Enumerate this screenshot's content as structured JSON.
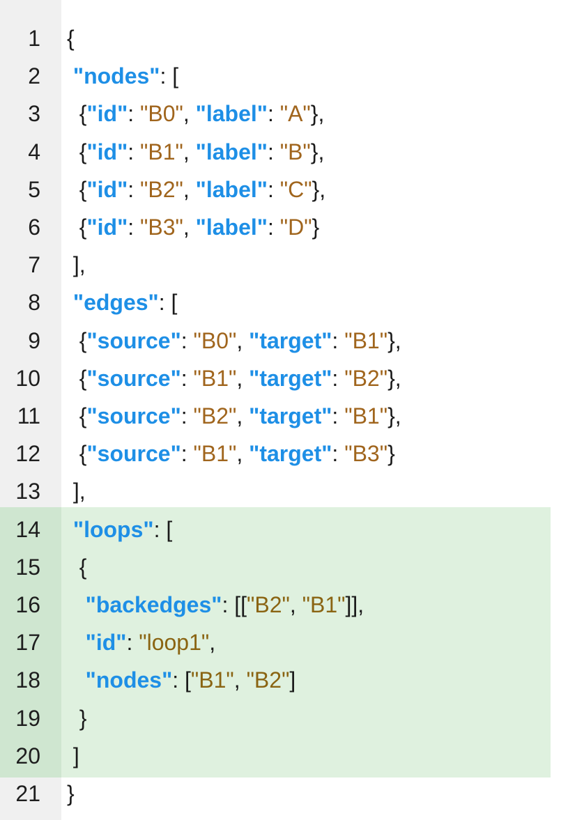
{
  "editor": {
    "highlight_color": "#dff1df",
    "key_color": "#1e8fe6",
    "string_color": "#a0651d",
    "lines": [
      {
        "n": "1",
        "tokens": [
          {
            "t": "p",
            "v": "{"
          }
        ]
      },
      {
        "n": "2",
        "tokens": [
          {
            "t": "p",
            "v": " "
          },
          {
            "t": "k",
            "v": "\"nodes\""
          },
          {
            "t": "p",
            "v": ": ["
          }
        ]
      },
      {
        "n": "3",
        "tokens": [
          {
            "t": "p",
            "v": "  {"
          },
          {
            "t": "k",
            "v": "\"id\""
          },
          {
            "t": "p",
            "v": ": "
          },
          {
            "t": "s",
            "v": "\"B0\""
          },
          {
            "t": "p",
            "v": ", "
          },
          {
            "t": "k",
            "v": "\"label\""
          },
          {
            "t": "p",
            "v": ": "
          },
          {
            "t": "s",
            "v": "\"A\""
          },
          {
            "t": "p",
            "v": "},"
          }
        ]
      },
      {
        "n": "4",
        "tokens": [
          {
            "t": "p",
            "v": "  {"
          },
          {
            "t": "k",
            "v": "\"id\""
          },
          {
            "t": "p",
            "v": ": "
          },
          {
            "t": "s",
            "v": "\"B1\""
          },
          {
            "t": "p",
            "v": ", "
          },
          {
            "t": "k",
            "v": "\"label\""
          },
          {
            "t": "p",
            "v": ": "
          },
          {
            "t": "s",
            "v": "\"B\""
          },
          {
            "t": "p",
            "v": "},"
          }
        ]
      },
      {
        "n": "5",
        "tokens": [
          {
            "t": "p",
            "v": "  {"
          },
          {
            "t": "k",
            "v": "\"id\""
          },
          {
            "t": "p",
            "v": ": "
          },
          {
            "t": "s",
            "v": "\"B2\""
          },
          {
            "t": "p",
            "v": ", "
          },
          {
            "t": "k",
            "v": "\"label\""
          },
          {
            "t": "p",
            "v": ": "
          },
          {
            "t": "s",
            "v": "\"C\""
          },
          {
            "t": "p",
            "v": "},"
          }
        ]
      },
      {
        "n": "6",
        "tokens": [
          {
            "t": "p",
            "v": "  {"
          },
          {
            "t": "k",
            "v": "\"id\""
          },
          {
            "t": "p",
            "v": ": "
          },
          {
            "t": "s",
            "v": "\"B3\""
          },
          {
            "t": "p",
            "v": ", "
          },
          {
            "t": "k",
            "v": "\"label\""
          },
          {
            "t": "p",
            "v": ": "
          },
          {
            "t": "s",
            "v": "\"D\""
          },
          {
            "t": "p",
            "v": "}"
          }
        ]
      },
      {
        "n": "7",
        "tokens": [
          {
            "t": "p",
            "v": " ],"
          }
        ]
      },
      {
        "n": "8",
        "tokens": [
          {
            "t": "p",
            "v": " "
          },
          {
            "t": "k",
            "v": "\"edges\""
          },
          {
            "t": "p",
            "v": ": ["
          }
        ]
      },
      {
        "n": "9",
        "tokens": [
          {
            "t": "p",
            "v": "  {"
          },
          {
            "t": "k",
            "v": "\"source\""
          },
          {
            "t": "p",
            "v": ": "
          },
          {
            "t": "s",
            "v": "\"B0\""
          },
          {
            "t": "p",
            "v": ", "
          },
          {
            "t": "k",
            "v": "\"target\""
          },
          {
            "t": "p",
            "v": ": "
          },
          {
            "t": "s",
            "v": "\"B1\""
          },
          {
            "t": "p",
            "v": "},"
          }
        ]
      },
      {
        "n": "10",
        "tokens": [
          {
            "t": "p",
            "v": "  {"
          },
          {
            "t": "k",
            "v": "\"source\""
          },
          {
            "t": "p",
            "v": ": "
          },
          {
            "t": "s",
            "v": "\"B1\""
          },
          {
            "t": "p",
            "v": ", "
          },
          {
            "t": "k",
            "v": "\"target\""
          },
          {
            "t": "p",
            "v": ": "
          },
          {
            "t": "s",
            "v": "\"B2\""
          },
          {
            "t": "p",
            "v": "},"
          }
        ]
      },
      {
        "n": "11",
        "tokens": [
          {
            "t": "p",
            "v": "  {"
          },
          {
            "t": "k",
            "v": "\"source\""
          },
          {
            "t": "p",
            "v": ": "
          },
          {
            "t": "s",
            "v": "\"B2\""
          },
          {
            "t": "p",
            "v": ", "
          },
          {
            "t": "k",
            "v": "\"target\""
          },
          {
            "t": "p",
            "v": ": "
          },
          {
            "t": "s",
            "v": "\"B1\""
          },
          {
            "t": "p",
            "v": "},"
          }
        ]
      },
      {
        "n": "12",
        "tokens": [
          {
            "t": "p",
            "v": "  {"
          },
          {
            "t": "k",
            "v": "\"source\""
          },
          {
            "t": "p",
            "v": ": "
          },
          {
            "t": "s",
            "v": "\"B1\""
          },
          {
            "t": "p",
            "v": ", "
          },
          {
            "t": "k",
            "v": "\"target\""
          },
          {
            "t": "p",
            "v": ": "
          },
          {
            "t": "s",
            "v": "\"B3\""
          },
          {
            "t": "p",
            "v": "}"
          }
        ]
      },
      {
        "n": "13",
        "tokens": [
          {
            "t": "p",
            "v": " ],"
          }
        ]
      },
      {
        "n": "14",
        "tokens": [
          {
            "t": "p",
            "v": " "
          },
          {
            "t": "k",
            "v": "\"loops\""
          },
          {
            "t": "p",
            "v": ": ["
          }
        ]
      },
      {
        "n": "15",
        "tokens": [
          {
            "t": "p",
            "v": "  {"
          }
        ]
      },
      {
        "n": "16",
        "tokens": [
          {
            "t": "p",
            "v": "   "
          },
          {
            "t": "k",
            "v": "\"backedges\""
          },
          {
            "t": "p",
            "v": ": [["
          },
          {
            "t": "s2",
            "v": "\"B2\""
          },
          {
            "t": "p",
            "v": ", "
          },
          {
            "t": "s2",
            "v": "\"B1\""
          },
          {
            "t": "p",
            "v": "]],"
          }
        ]
      },
      {
        "n": "17",
        "tokens": [
          {
            "t": "p",
            "v": "   "
          },
          {
            "t": "k",
            "v": "\"id\""
          },
          {
            "t": "p",
            "v": ": "
          },
          {
            "t": "s2",
            "v": "\"loop1\""
          },
          {
            "t": "p",
            "v": ","
          }
        ]
      },
      {
        "n": "18",
        "tokens": [
          {
            "t": "p",
            "v": "   "
          },
          {
            "t": "k",
            "v": "\"nodes\""
          },
          {
            "t": "p",
            "v": ": ["
          },
          {
            "t": "s2",
            "v": "\"B1\""
          },
          {
            "t": "p",
            "v": ", "
          },
          {
            "t": "s2",
            "v": "\"B2\""
          },
          {
            "t": "p",
            "v": "]"
          }
        ]
      },
      {
        "n": "19",
        "tokens": [
          {
            "t": "p",
            "v": "  }"
          }
        ]
      },
      {
        "n": "20",
        "tokens": [
          {
            "t": "p",
            "v": " ]"
          }
        ]
      },
      {
        "n": "21",
        "tokens": [
          {
            "t": "p",
            "v": "}"
          }
        ]
      }
    ]
  }
}
